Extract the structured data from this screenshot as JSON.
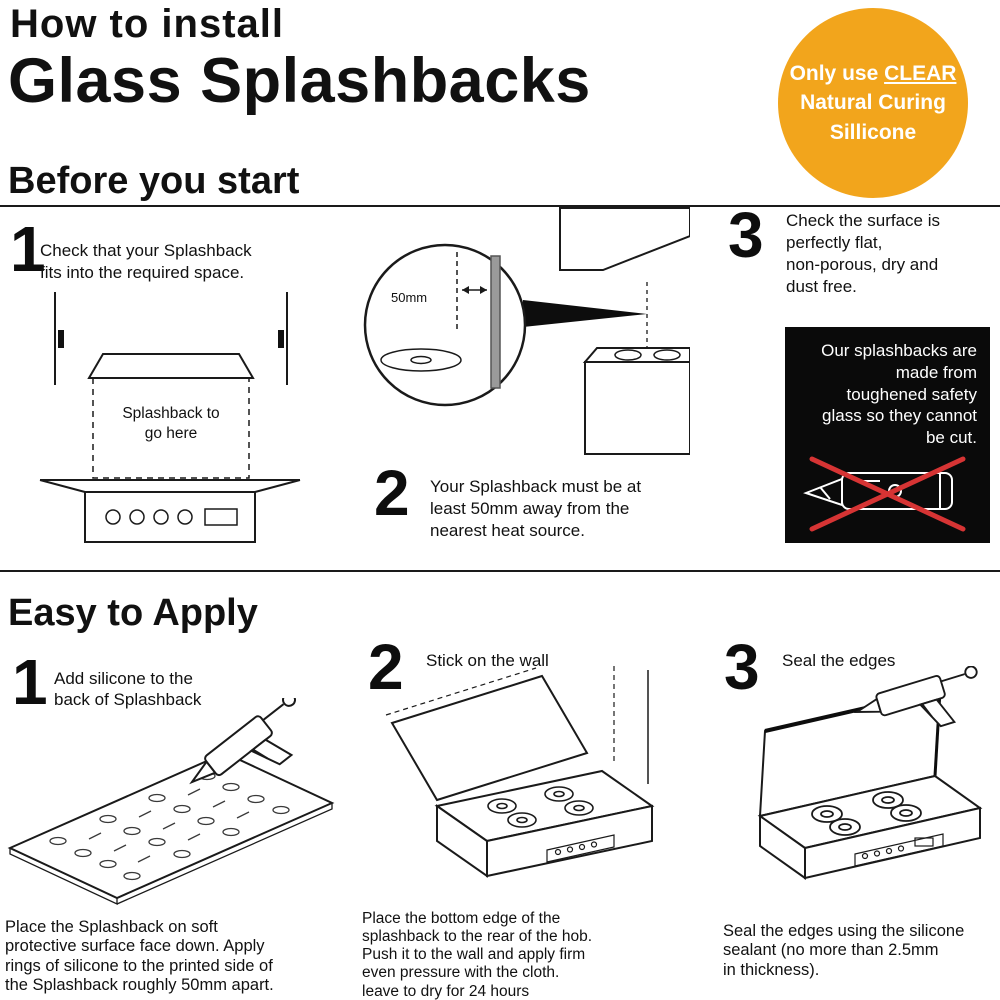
{
  "header": {
    "title_line1": "How to install",
    "title_line2": "Glass Splashbacks"
  },
  "badge": {
    "prefix": "Only use ",
    "highlight": "CLEAR",
    "line2": "Natural Curing",
    "line3": "Sillicone",
    "bg_color": "#F2A51C"
  },
  "before": {
    "heading": "Before you start",
    "steps": [
      {
        "num": "1",
        "text": "Check that your Splashback\nfits into the required space."
      },
      {
        "num": "2",
        "text": "Your Splashback must be at\nleast 50mm away from the\nnearest heat source."
      },
      {
        "num": "3",
        "text": "Check the surface is\nperfectly flat,\nnon-porous, dry and\ndust free."
      }
    ],
    "diagram1_label": "Splashback to\ngo here",
    "diagram2_measure": "50mm",
    "warning": "Our splashbacks are\nmade from\ntoughened safety\nglass so they cannot\nbe cut.",
    "warning_cross_color": "#d63434"
  },
  "apply": {
    "heading": "Easy to Apply",
    "steps": [
      {
        "num": "1",
        "title": "Add silicone to the\nback of Splashback",
        "caption": "Place the Splashback on soft\nprotective surface face down. Apply\nrings of silicone to the printed side of\nthe Splashback roughly 50mm apart."
      },
      {
        "num": "2",
        "title": "Stick on the wall",
        "caption": "Place the bottom edge of the\nsplashback to the rear of the hob.\nPush it to the wall and apply firm\neven pressure with the cloth.\nleave to dry for 24 hours"
      },
      {
        "num": "3",
        "title": "Seal the edges",
        "caption": "Seal the edges using the silicone\nsealant (no more than 2.5mm\nin thickness)."
      }
    ]
  }
}
